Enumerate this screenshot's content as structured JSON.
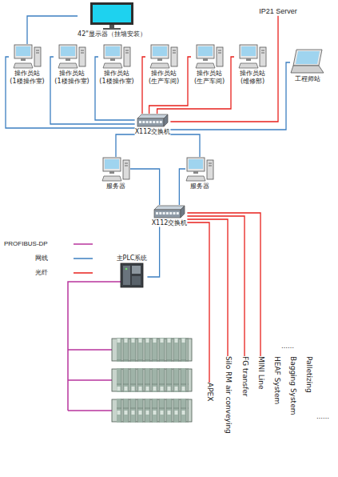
{
  "diagram": {
    "nodes": [
      {
        "text": [
          "42\"显示器（挂墙安装）"
        ]
      },
      {
        "text": [
          "IP21 Server"
        ]
      },
      {
        "text": [
          "操作员站 (1楼操作室)"
        ]
      },
      {
        "text": [
          "操作员站 (1楼操作室)"
        ]
      },
      {
        "text": [
          "操作员站 (1楼操作室)"
        ]
      },
      {
        "text": [
          "操作员站 (生产车间)"
        ]
      },
      {
        "text": [
          "操作员站 (生产车间)"
        ]
      },
      {
        "text": [
          "操作员站 (维修部)"
        ]
      },
      {
        "text": [
          "工程师站"
        ]
      },
      {
        "text": [
          "X112交换机"
        ]
      },
      {
        "text": [
          "服务器"
        ]
      },
      {
        "text": [
          "服务器"
        ]
      },
      {
        "text": [
          "X112交换机"
        ]
      },
      {
        "text": [
          "主PLC系统"
        ]
      },
      {
        "text": [
          "APEX"
        ]
      },
      {
        "text": [
          "Silo RM air conveying"
        ]
      },
      {
        "text": [
          "FG transfer"
        ]
      },
      {
        "text": [
          "MINI Line"
        ]
      },
      {
        "text": [
          "HEAF System"
        ]
      },
      {
        "text": [
          "Bagging System"
        ]
      },
      {
        "text": [
          "Palletizing"
        ]
      }
    ],
    "edges": [
      {
        "from": 0,
        "to": 2,
        "arrow": "none"
      },
      {
        "from": 2,
        "to": 9,
        "arrow": "none"
      },
      {
        "from": 3,
        "to": 9,
        "arrow": "none"
      },
      {
        "from": 4,
        "to": 9,
        "arrow": "none"
      },
      {
        "from": 5,
        "to": 9,
        "arrow": "none"
      },
      {
        "from": 6,
        "to": 9,
        "arrow": "none"
      },
      {
        "from": 7,
        "to": 9,
        "arrow": "none"
      },
      {
        "from": 8,
        "to": 9,
        "arrow": "none"
      },
      {
        "from": 1,
        "to": 9,
        "arrow": "none"
      },
      {
        "from": 9,
        "to": 10,
        "arrow": "none"
      },
      {
        "from": 9,
        "to": 11,
        "arrow": "none"
      },
      {
        "from": 10,
        "to": 12,
        "arrow": "none"
      },
      {
        "from": 11,
        "to": 12,
        "arrow": "none"
      },
      {
        "from": 12,
        "to": 13,
        "arrow": "none"
      },
      {
        "from": 12,
        "to": 14,
        "arrow": "none"
      },
      {
        "from": 12,
        "to": 15,
        "arrow": "none"
      },
      {
        "from": 12,
        "to": 16,
        "arrow": "none"
      },
      {
        "from": 12,
        "to": 17,
        "arrow": "none"
      }
    ],
    "labels": [
      "……",
      "……"
    ],
    "legend": [
      {
        "text": "PROFIBUS-DP"
      },
      {
        "text": "网线"
      },
      {
        "text": "光纤"
      }
    ]
  }
}
